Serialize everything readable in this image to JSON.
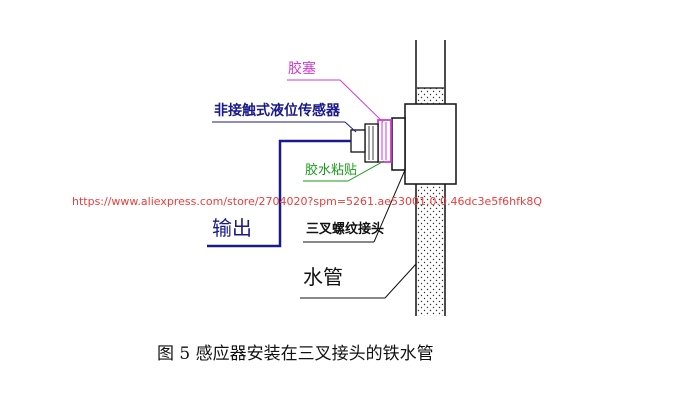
{
  "labels": {
    "glue_plug": "胶塞",
    "sensor": "非接触式液位传感器",
    "glue_patch": "胶水粘贴",
    "watermark": "https://www.aliexpress.com/store/2704020?spm=5261.ae53001.0.0.46dc3e5f6hfk8Q",
    "tee_joint": "三叉螺纹接头",
    "output": "输出",
    "water_pipe": "水管"
  },
  "caption": "图 5  感应器安装在三叉接头的铁水管",
  "colors": {
    "leader_blue": "#1a1a8c",
    "glue_plug_magenta": "#d23bd2",
    "glue_patch_green": "#1a9a1a",
    "watermark_red": "#f03b3b",
    "line_black": "#111111"
  }
}
